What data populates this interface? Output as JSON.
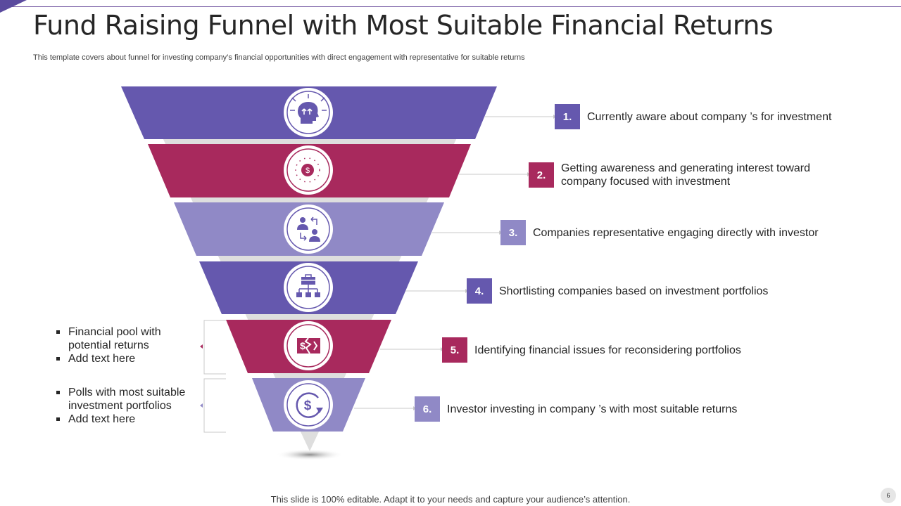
{
  "title": "Fund Raising Funnel with Most Suitable Financial Returns",
  "subtitle": "This template covers about funnel for investing company’s financial opportunities with direct engagement with representative for suitable returns",
  "colors": {
    "purple": "#6558ae",
    "magenta": "#a8295d",
    "lavender": "#9089c6",
    "accent": "#5a4a9e"
  },
  "stages": [
    {
      "number": "1.",
      "text": "Currently  aware about company ’s for investment",
      "icon": "head-arrows-icon",
      "color": "#6558ae"
    },
    {
      "number": "2.",
      "text": "Getting awareness and generating interest toward company focused with investment",
      "icon": "dollar-target-icon",
      "color": "#a8295d"
    },
    {
      "number": "3.",
      "text": "Companies representative engaging directly with investor",
      "icon": "people-exchange-icon",
      "color": "#9089c6"
    },
    {
      "number": "4.",
      "text": "Shortlisting companies based on investment portfolios",
      "icon": "org-chart-icon",
      "color": "#6558ae"
    },
    {
      "number": "5.",
      "text": "Identifying financial issues for reconsidering portfolios",
      "icon": "broken-money-icon",
      "color": "#a8295d"
    },
    {
      "number": "6.",
      "text": "Investor  investing in company  ’s with most suitable returns",
      "icon": "dollar-cycle-icon",
      "color": "#9089c6"
    }
  ],
  "side_groups": [
    {
      "items": [
        "Financial pool with potential returns",
        "Add text here"
      ],
      "color": "#a8295d"
    },
    {
      "items": [
        "Polls with most suitable investment  portfolios",
        "Add text here"
      ],
      "color": "#9089c6"
    }
  ],
  "footer": "This slide is 100% editable. Adapt it to your needs and capture your audience’s attention.",
  "page_number": "6"
}
